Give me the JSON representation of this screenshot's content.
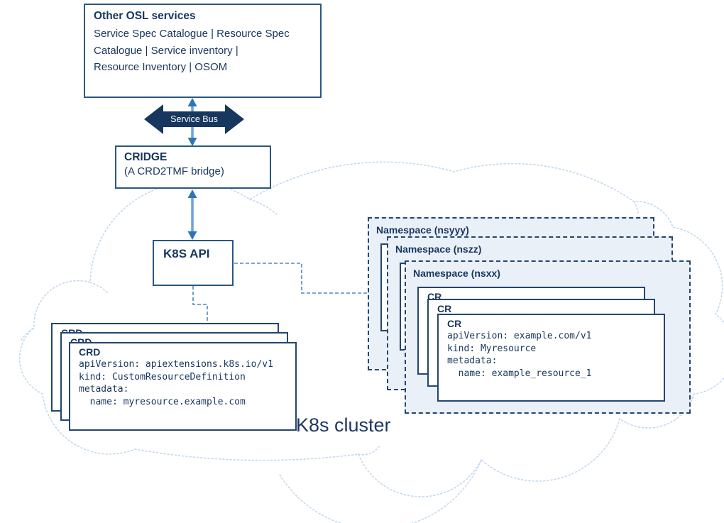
{
  "diagram": {
    "osl_box": {
      "title": "Other OSL services",
      "body_lines": [
        "Service Spec Catalogue | Resource Spec",
        "Catalogue | Service inventory |",
        "Resource Inventory | OSOM"
      ]
    },
    "service_bus": {
      "label": "Service Bus"
    },
    "cridge_box": {
      "title": "CRIDGE",
      "subtitle": "(A CRD2TMF bridge)"
    },
    "k8s_api_box": {
      "title": "K8S API"
    },
    "cluster_label": "K8s cluster",
    "crd_card": {
      "title": "CRD",
      "code": "apiVersion: apiextensions.k8s.io/v1\nkind: CustomResourceDefinition\nmetadata:\n  name: myresource.example.com"
    },
    "cr_card": {
      "title": "CR",
      "code": "apiVersion: example.com/v1\nkind: Myresource\nmetadata:\n  name: example_resource_1"
    },
    "namespaces": [
      {
        "label": "Namespace (nsyyy)"
      },
      {
        "label": "Namespace (nszz)"
      },
      {
        "label": "Namespace (nsxx)"
      }
    ],
    "colors": {
      "navy_text": "#17365D",
      "box_border": "#2A5784",
      "card_border": "#24466E",
      "namespace_fill": "#EAF0F8",
      "service_bus_fill": "#17375E",
      "arrow_head": "#2E75B6",
      "arrow_shaft": "#71A3D7",
      "dashed_connector": "#4E87C5",
      "cloud_dots": "#C4D8EE"
    }
  }
}
